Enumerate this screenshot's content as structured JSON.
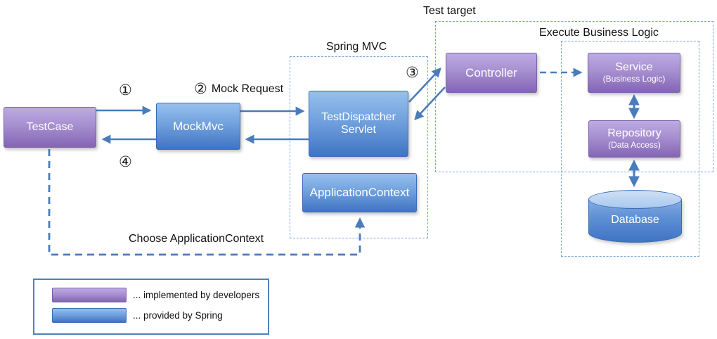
{
  "groups": {
    "test_target": {
      "label": "Test target"
    },
    "spring_mvc": {
      "label": "Spring MVC"
    },
    "execute_business_logic": {
      "label": "Execute Business Logic"
    }
  },
  "nodes": {
    "testcase": {
      "label": "TestCase",
      "color": "purple"
    },
    "mockmvc": {
      "label": "MockMvc",
      "color": "blue"
    },
    "dispatcher": {
      "line1": "TestDispatcher",
      "line2": "Servlet",
      "color": "blue"
    },
    "appcontext": {
      "label": "ApplicationContext",
      "color": "blue"
    },
    "controller": {
      "label": "Controller",
      "color": "purple"
    },
    "service": {
      "label": "Service",
      "sublabel": "(Business Logic)",
      "color": "purple"
    },
    "repository": {
      "label": "Repository",
      "sublabel": "(Data Access)",
      "color": "purple"
    },
    "database": {
      "label": "Database",
      "color": "blue"
    }
  },
  "annotations": {
    "step1": "①",
    "step2": "②",
    "step2_text": "Mock Request",
    "step3": "③",
    "step4": "④",
    "choose_context": "Choose ApplicationContext"
  },
  "legend": {
    "items": [
      {
        "swatch": "purple",
        "label": "... implemented by developers"
      },
      {
        "swatch": "blue",
        "label": "... provided by Spring"
      }
    ]
  },
  "colors": {
    "purple_gradient_top": "#bcabe2",
    "purple_gradient_bottom": "#8465b4",
    "purple_border": "#7e60ab",
    "blue_gradient_top": "#96c0ee",
    "blue_gradient_bottom": "#3f74c4",
    "blue_border": "#3a6cb5",
    "database_top_ellipse": "#b9d2f0",
    "arrow": "#4a7cba",
    "group_dashed_border": "#7ba3d8",
    "legend_border": "#4f81bd"
  }
}
